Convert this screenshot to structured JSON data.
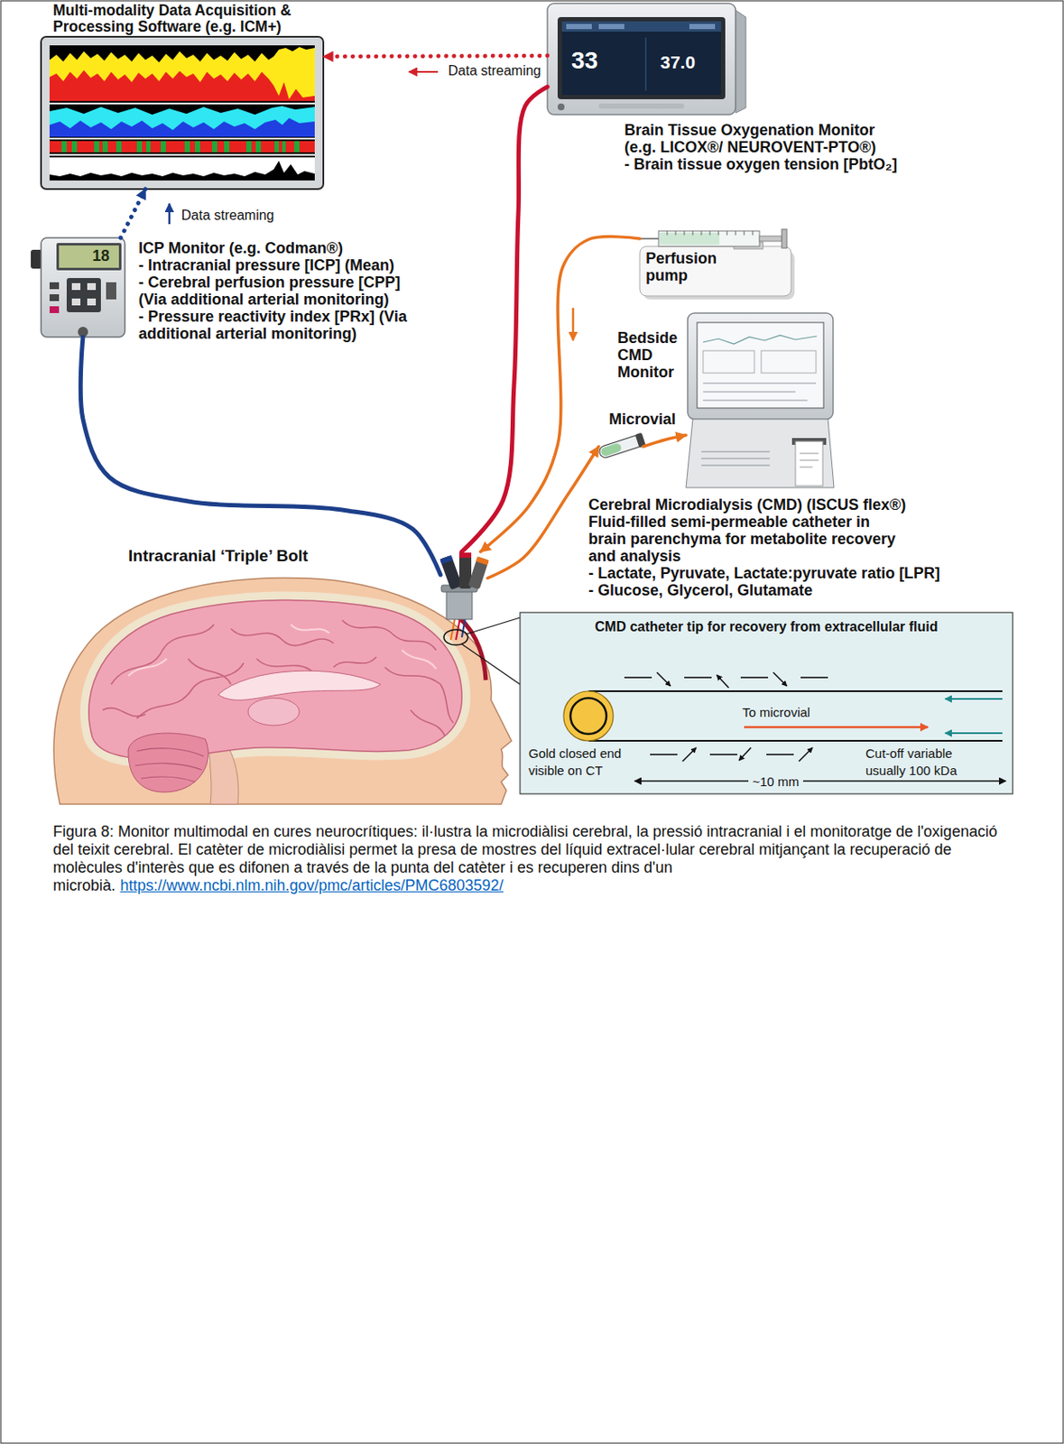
{
  "diagram": {
    "caption": "Figura 8: Monitor multimodal en cures neurocrítiques: il·lustra la microdiàlisi cerebral, la pressió intracranial i el monitoratge de l'oxigenació del teixit cerebral. El catèter de microdiàlisi permet la presa de mostres del líquid extracel·lular cerebral mitjançant la recuperació de molècules d'interès que es difonen a través de la punta del catèter i es recuperen dins d'un microbià.",
    "nodes": [
      {
        "text": [
          "Multi-modality Data Acquisition & Processing Software (e.g. ICM+)"
        ]
      },
      {
        "text": [
          "33",
          "37.0",
          "Brain Tissue Oxygenation Monitor (e.g. LICOX®/ NEUROVENT-PTO®)",
          "- Brain tissue oxygen tension [PbtO₂]"
        ]
      },
      {
        "text": [
          "18",
          "ICP Monitor (e.g. Codman®)",
          "- Intracranial pressure [ICP] (Mean)",
          "- Cerebral perfusion pressure [CPP] (Via additional arterial monitoring)",
          "- Pressure reactivity index [PRx] (Via additional arterial monitoring)"
        ]
      },
      {
        "text": [
          "Perfusion pump"
        ]
      },
      {
        "text": [
          "Bedside CMD Monitor",
          "Cerebral Microdialysis (CMD) (ISCUS flex®)",
          "Fluid-filled semi-permeable catheter in brain parenchyma for metabolite recovery and analysis",
          "- Lactate, Pyruvate, Lactate:pyruvate ratio [LPR]",
          "- Glucose, Glycerol, Glutamate"
        ]
      },
      {
        "text": [
          "Microvial"
        ]
      },
      {
        "text": [
          "Intracranial ‘Triple’ Bolt"
        ]
      },
      {
        "text": [
          "CMD catheter tip for recovery from extracellular fluid",
          "To microvial",
          "Gold closed end visible on CT",
          "Cut-off variable usually 100 kDa",
          "~10 mm"
        ]
      }
    ],
    "edges": [
      {
        "from": 1,
        "to": 0,
        "arrow": "to",
        "label": "Data streaming"
      },
      {
        "from": 2,
        "to": 0,
        "arrow": "to",
        "label": "Data streaming"
      },
      {
        "from": 2,
        "to": 6,
        "arrow": "none"
      },
      {
        "from": 1,
        "to": 6,
        "arrow": "none"
      },
      {
        "from": 3,
        "to": 6,
        "arrow": "to"
      },
      {
        "from": 6,
        "to": 5,
        "arrow": "to"
      },
      {
        "from": 5,
        "to": 4,
        "arrow": "to"
      }
    ],
    "labels": [
      "https://www.ncbi.nlm.nih.gov/pmc/articles/PMC6803592/"
    ]
  }
}
